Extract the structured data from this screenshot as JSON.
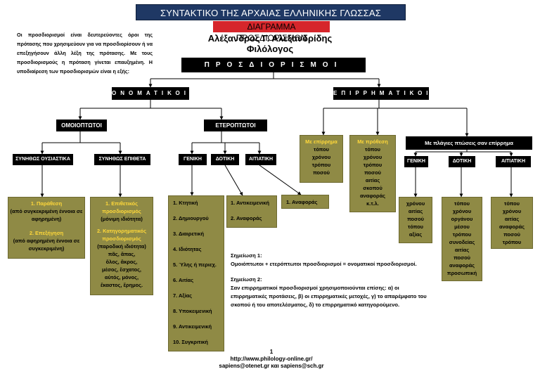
{
  "header": {
    "title": "ΣΥΝΤΑΚΤΙΚΟ ΤΗΣ ΑΡΧΑΙΑΣ ΕΛΛΗΝΙΚΗΣ ΓΛΩΣΣΑΣ",
    "subtitle": "ΔΙΑΓΡΑΜΜΑ ΠΡΟΣΔΙΟΡΙΣΜΩΝ",
    "author_name": "Αλέξανδρος Γ. Αλεξανδρίδης",
    "author_role": "Φιλόλογος"
  },
  "intro": "Οι προσδιορισμοί είναι δευτερεύοντες όροι της πρότασης που χρησιμεύουν για να προσδιορίσουν ή να επεξηγήσουν άλλη λέξη της πρότασης. Με τους προσδιορισμούς η πρόταση γίνεται επαυξημένη. Η υποδιαίρεση των προσδιορισμών είναι η εξής:",
  "tree": {
    "root": "ΠΡΟΣΔΙΟΡΙΣΜΟΙ",
    "onomatikoi": "ΟΝΟΜΑΤΙΚΟΙ",
    "epirrimatikoi": "ΕΠΙΡΡΗΜΑΤΙΚΟΙ",
    "omoioptotoi": "ΟΜΟΙΟΠΤΩΤΟΙ",
    "eteroptotoi": "ΕΤΕΡΟΠΤΩΤΟΙ",
    "synithos_ousiastika": "ΣΥΝΗΘΩΣ ΟΥΣΙΑΣΤΙΚΑ",
    "synithos_epitheta": "ΣΥΝΗΘΩΣ ΕΠΙΘΕΤΑ",
    "geniki": "ΓΕΝΙΚΗ",
    "dotiki": "ΔΟΤΙΚΗ",
    "aitiatiki": "ΑΙΤΙΑΤΙΚΗ",
    "plagies": "Με πλάγιες πτώσεις σαν επίρρημα",
    "plagies_geniki": "ΓΕΝΙΚΗ",
    "plagies_dotiki": "ΔΟΤΙΚΗ",
    "plagies_aitiatiki": "ΑΙΤΙΑΤΙΚΗ"
  },
  "leaves": {
    "ousiastika_head1": "1. Παράθεση",
    "ousiastika_sub1": "(από συγκεκριμένη έννοια σε αφηρημένη)",
    "ousiastika_head2": "2. Επεξήγηση",
    "ousiastika_sub2": "(από αφηρημένη έννοια σε συγκεκριμένη)",
    "epitheta_head1": "1. Επιθετικός προσδιορισμός",
    "epitheta_sub1": "(μόνιμη ιδιότητα)",
    "epitheta_head2": "2. Κατηγορηματικός προσδιορισμός",
    "epitheta_sub2": "(παροδική ιδιότητα)",
    "epitheta_words": [
      "πᾶς, ἅπας,",
      "ὅλος, ἄκρος,",
      "μέσος, ἔσχατος,",
      "αὐτός, μόνος,",
      "ἕκαστος, ἔρημος."
    ],
    "geniki_items": [
      "1. Κτητική",
      "2. Δημιουργού",
      "3. Διαιρετική",
      "4. Ιδιότητας",
      "5. Ύλης ή περιεχ.",
      "6. Αιτίας",
      "7. Αξίας",
      "8. Υποκειμενική",
      "9. Αντικειμενική",
      "10. Συγκριτική"
    ],
    "dotiki_items": [
      "1. Αντικειμενική",
      "2. Αναφοράς"
    ],
    "aitiatiki_items": [
      "1. Αναφοράς"
    ],
    "epirrima_head": "Με επίρρημα",
    "epirrima_words": [
      "τόπου",
      "χρόνου",
      "τρόπου",
      "ποσού"
    ],
    "prothesi_head": "Με πρόθεση",
    "prothesi_words": [
      "τόπου",
      "χρόνου",
      "τρόπου",
      "ποσού",
      "αιτίας",
      "σκοπού",
      "αναφοράς",
      "κ.τ.λ."
    ],
    "plagies_geniki_words": [
      "χρόνου",
      "αιτίας",
      "ποσού",
      "τόπου",
      "αξίας"
    ],
    "plagies_dotiki_words": [
      "τόπου",
      "χρόνου",
      "οργάνου",
      "μέσου",
      "τρόπου",
      "συνοδείας",
      "αιτίας",
      "ποσού",
      "αναφοράς",
      "προσωπική"
    ],
    "plagies_aitiatiki_words": [
      "τόπου",
      "χρόνου",
      "αιτίας",
      "αναφοράς",
      "ποσού",
      "τρόπου"
    ]
  },
  "notes": {
    "note1_title": "Σημείωση 1:",
    "note1_text": "Ομοιόπτωτοι + ετερόπτωτοι προσδιορισμοί = ονοματικοί προσδιορισμοί.",
    "note2_title": "Σημείωση 2:",
    "note2_text": "Σαν επιρρηματικοί προσδιορισμοί χρησιμοποιούνται επίσης: α) οι επιρρηματικές προτάσεις, β) οι επιρρηματικές μετοχές, γ) το απαρέμφατο του σκοπού ή του αποτελέσματος, δ) το επιρρηματικό κατηγορούμενο."
  },
  "footer": {
    "page": "1",
    "url": "http://www.philology-online.gr/",
    "emails": "sapiens@otenet.gr και sapiens@sch.gr"
  }
}
